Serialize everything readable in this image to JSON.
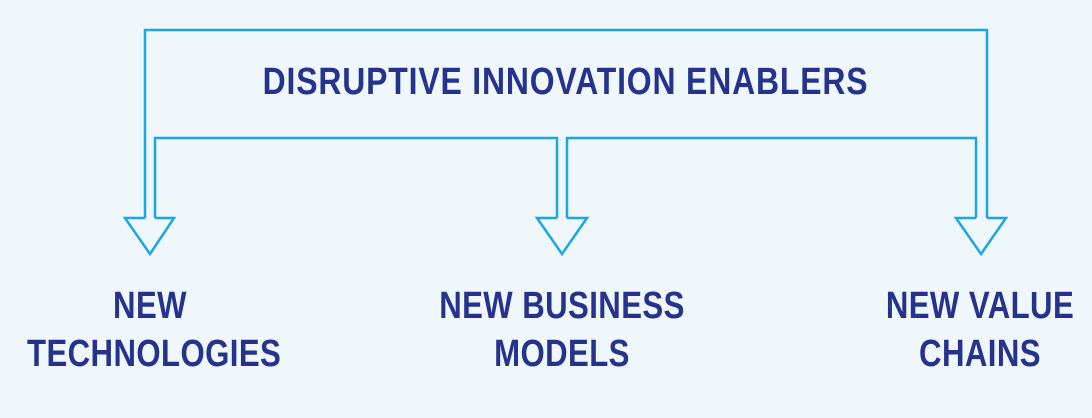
{
  "diagram": {
    "title": "DISRUPTIVE INNOVATION ENABLERS",
    "nodes": [
      {
        "line1": "NEW",
        "line2": "TECHNOLOGIES"
      },
      {
        "line1": "NEW BUSINESS",
        "line2": "MODELS"
      },
      {
        "line1": "NEW VALUE",
        "line2": "CHAINS"
      }
    ],
    "colors": {
      "background": "#f0f7fb",
      "text": "#25338c",
      "arrow": "#1aa7e4"
    }
  }
}
